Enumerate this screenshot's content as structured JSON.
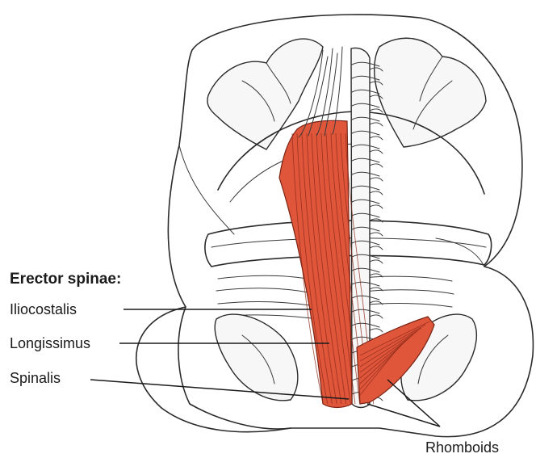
{
  "labels": {
    "group_heading": "Erector spinae:",
    "iliocostalis": "Iliocostalis",
    "longissimus": "Longissimus",
    "spinalis": "Spinalis",
    "rhomboids": "Rhomboids"
  },
  "colors": {
    "muscle": "#e0563b",
    "outline": "#2b2b2b",
    "background": "#ffffff"
  }
}
